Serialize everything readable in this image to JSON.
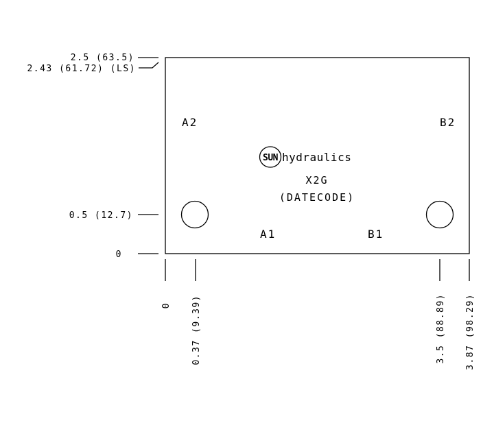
{
  "dimensions": {
    "vertical": {
      "top": "2.5 (63.5)",
      "ls": "2.43 (61.72) (LS)",
      "port_center": "0.5 (12.7)",
      "zero": "0"
    },
    "horizontal": {
      "zero": "0",
      "left_port": "0.37 (9.39)",
      "right_port": "3.5 (88.89)",
      "width": "3.87 (98.29)"
    }
  },
  "ports": {
    "a2": "A2",
    "b2": "B2",
    "a1": "A1",
    "b1": "B1"
  },
  "branding": {
    "logo": "SUN",
    "brand": "hydraulics",
    "model": "X2G",
    "datecode": "(DATECODE)"
  }
}
